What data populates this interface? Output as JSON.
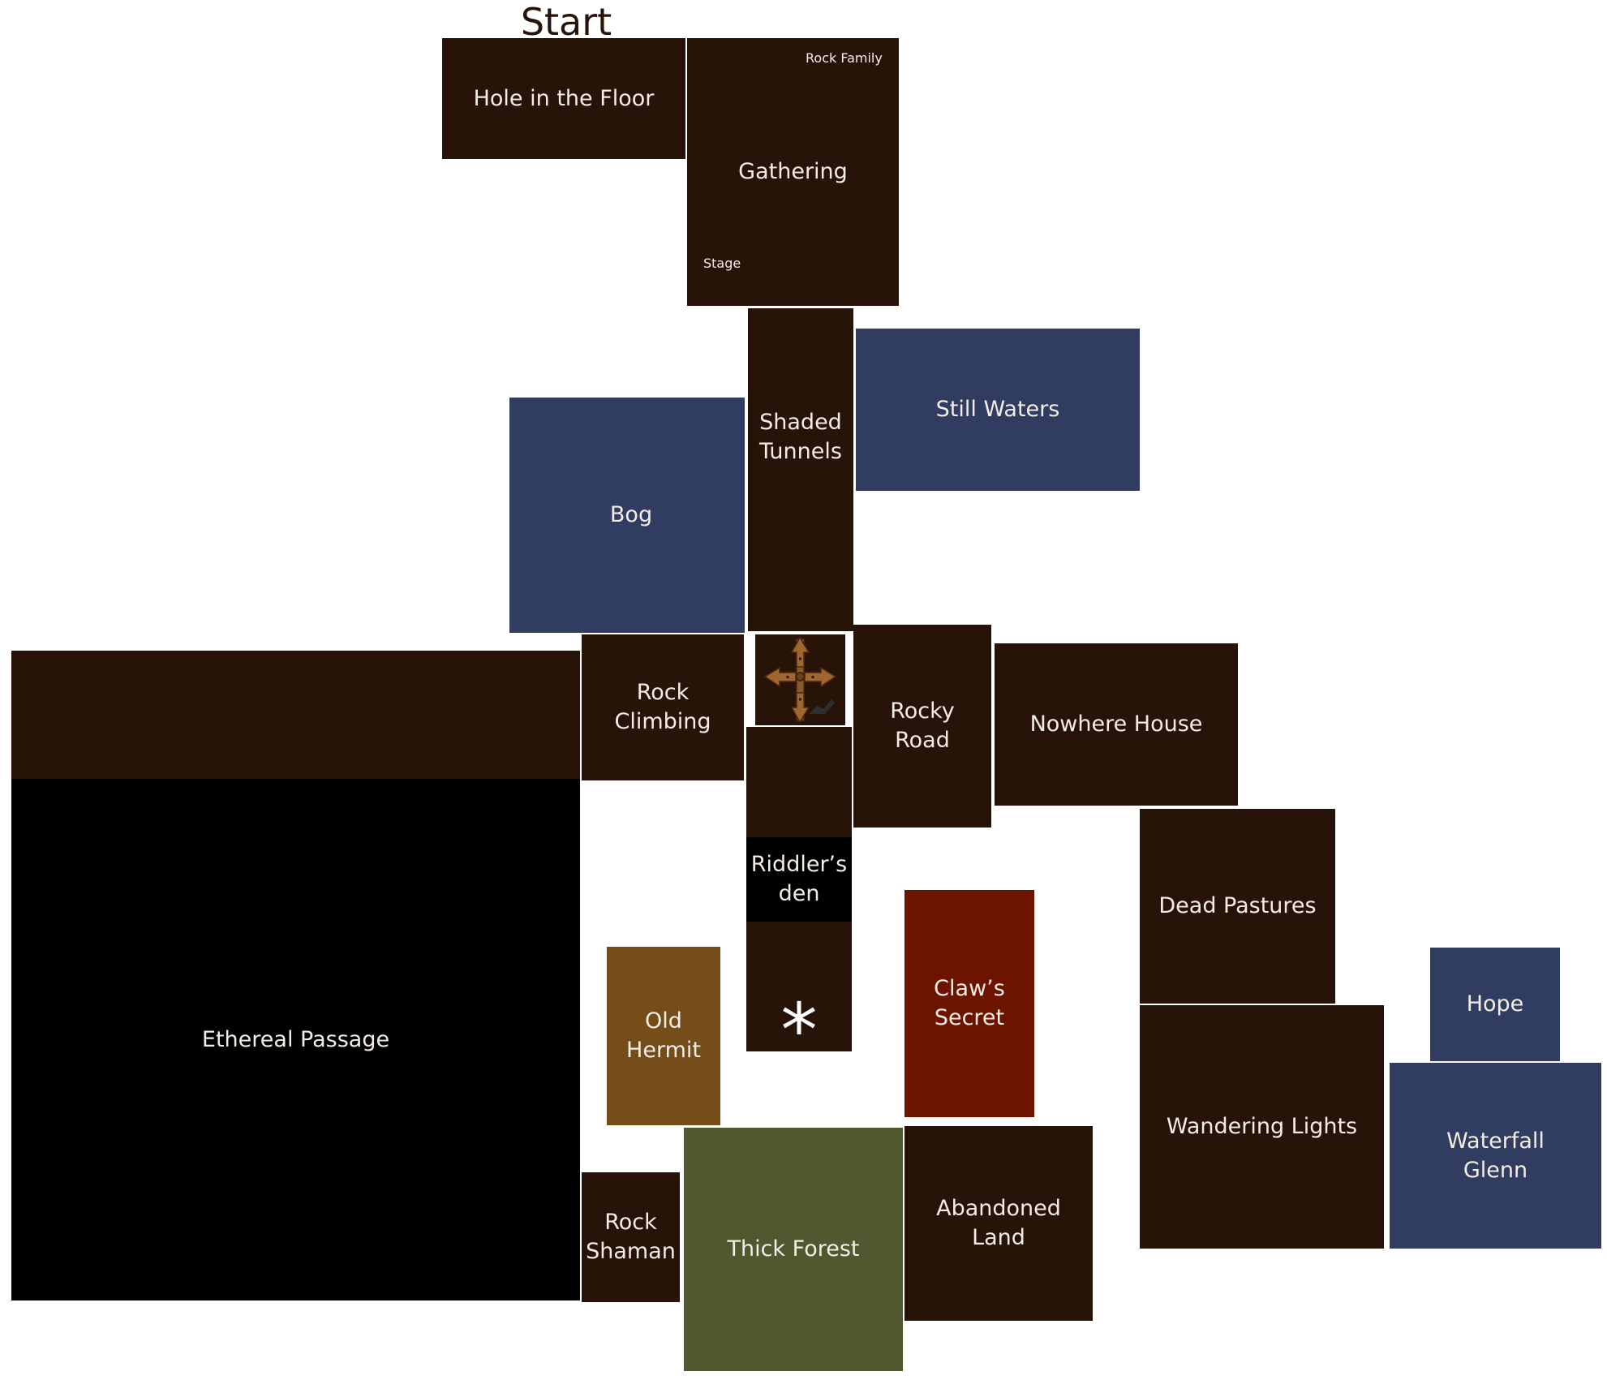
{
  "map": {
    "start_label": "Start",
    "rooms": {
      "hole_in_the_floor": "Hole in the Floor",
      "gathering": "Gathering",
      "gathering_rock_family": "Rock Family",
      "gathering_stage": "Stage",
      "shaded_tunnels": "Shaded\nTunnels",
      "still_waters": "Still Waters",
      "bog": "Bog",
      "rock_climbing": "Rock\nClimbing",
      "rocky_road": "Rocky\nRoad",
      "nowhere_house": "Nowhere House",
      "ethereal_passage": "Ethereal Passage",
      "riddlers_den": "Riddler’s\nden",
      "secret_marker": "*",
      "dead_pastures": "Dead Pastures",
      "claws_secret": "Claw’s\nSecret",
      "old_hermit": "Old\nHermit",
      "hope": "Hope",
      "wandering_lights": "Wandering Lights",
      "waterfall_glenn": "Waterfall\nGlenn",
      "rock_shaman": "Rock\nShaman",
      "thick_forest": "Thick Forest",
      "abandoned_land": "Abandoned\nLand"
    },
    "crossroads_icon": "crossroads-signpost-icon",
    "colors": {
      "tunnel": "#281308",
      "water": "#303d60",
      "void": "#000000",
      "hermit": "#754d1b",
      "secret": "#6c1400",
      "forest": "#4f582f"
    }
  }
}
